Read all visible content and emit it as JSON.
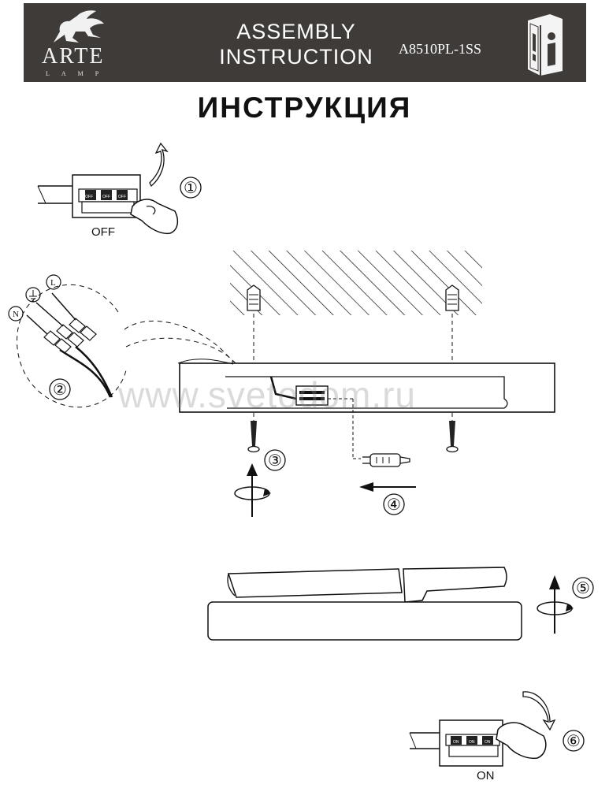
{
  "header": {
    "brand": "ARTE",
    "brand_sub": "LAMP",
    "title_line1": "ASSEMBLY",
    "title_line2": "INSTRUCTION",
    "model": "A8510PL-1SS",
    "info_icon": "manual-info-icon"
  },
  "page_title": "ИНСТРУКЦИЯ",
  "steps": {
    "s1": "①",
    "s2": "②",
    "s3": "③",
    "s4": "④",
    "s5": "⑤",
    "s6": "⑥"
  },
  "switch_off": {
    "label": "OFF",
    "pos1": "OFF",
    "pos2": "OFF",
    "pos3": "OFF"
  },
  "switch_on": {
    "label": "ON",
    "pos1": "ON",
    "pos2": "ON",
    "pos3": "ON"
  },
  "wires": {
    "neutral": "N",
    "live": "L"
  },
  "watermark": "www.svetodom.ru"
}
